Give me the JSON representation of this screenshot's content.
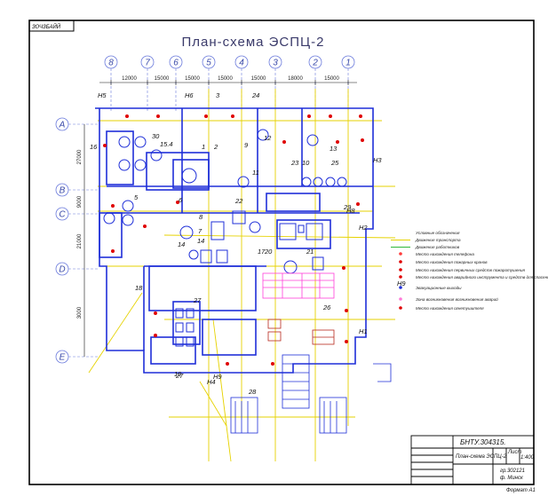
{
  "sheet": {
    "stamp": "ЗОЧЗБАЙЙ",
    "title": "План-схема ЭСПЦ-2",
    "axes_columns": [
      "8",
      "7",
      "6",
      "5",
      "4",
      "3",
      "2",
      "1"
    ],
    "axes_rows": [
      "A",
      "B",
      "C",
      "D",
      "E"
    ],
    "dims_top": [
      "12000",
      "15000",
      "15000",
      "15000",
      "15000",
      "18000",
      "15000"
    ],
    "dims_left": [
      "27000",
      "9000",
      "21000",
      "3000"
    ],
    "numbers": [
      "1",
      "2",
      "3",
      "24",
      "16",
      "30",
      "15.4",
      "9",
      "12",
      "13",
      "23",
      "10",
      "25",
      "11",
      "5",
      "6",
      "8",
      "22",
      "29",
      "7",
      "14",
      "14",
      "17",
      "20",
      "21",
      "18",
      "27",
      "26",
      "19",
      "27",
      "28"
    ],
    "exits": [
      "Н3",
      "Н2",
      "Н1",
      "Н4",
      "Н5",
      "Н6",
      "Н8",
      "Н9"
    ]
  },
  "legend": {
    "heading": "Условные обозначения",
    "items": [
      "Движение транспорта",
      "Движение работников",
      "Место нахождения телефона",
      "Место нахождения пожарных кранов",
      "Место нахождения первичных средств пожаротушения",
      "Место нахождения аварийного инструмента и средств для спасения людей",
      "Эвакуационные выходы",
      "Зона возникновения возникновения аварий",
      "Место нахождения огнетушителя"
    ],
    "exit_code": "Н9"
  },
  "title_block": {
    "doc_code": "БНТУ.304315.",
    "drawing_name": "План-схема ЭСПЦ-2",
    "scale": "1:400",
    "sheet": "Лист",
    "group": "гр.302121",
    "org": "ф. Минск",
    "format": "Формат А1"
  }
}
